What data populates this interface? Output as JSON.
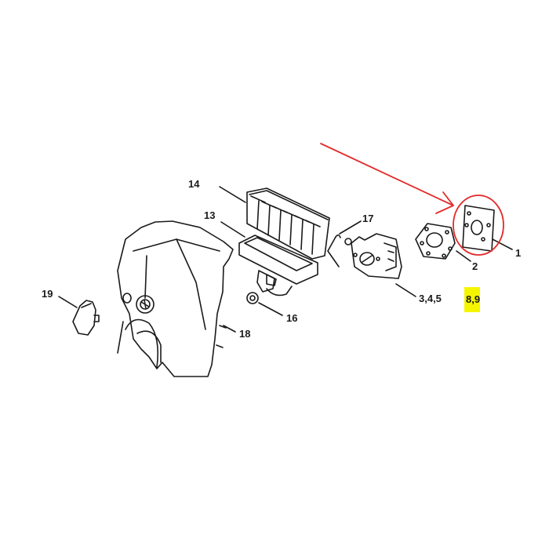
{
  "diagram": {
    "type": "exploded parts diagram",
    "accent_color": "#e32b2b",
    "highlight_color": "#f5f500",
    "callouts": [
      {
        "id": "c14",
        "label": "14",
        "part": "air filter"
      },
      {
        "id": "c13",
        "label": "13",
        "part": "filter holder"
      },
      {
        "id": "c17",
        "label": "17",
        "part": "choke rod"
      },
      {
        "id": "c1",
        "label": "1",
        "part": "gasket (circled)"
      },
      {
        "id": "c2",
        "label": "2",
        "part": "gasket"
      },
      {
        "id": "c345",
        "label": "3,4,5",
        "part": "carburetor"
      },
      {
        "id": "c89",
        "label": "8,9",
        "part": "highlighted reference"
      },
      {
        "id": "c19",
        "label": "19",
        "part": "choke knob"
      },
      {
        "id": "c16",
        "label": "16",
        "part": "grommet"
      },
      {
        "id": "c18",
        "label": "18",
        "part": "top cover"
      }
    ]
  }
}
